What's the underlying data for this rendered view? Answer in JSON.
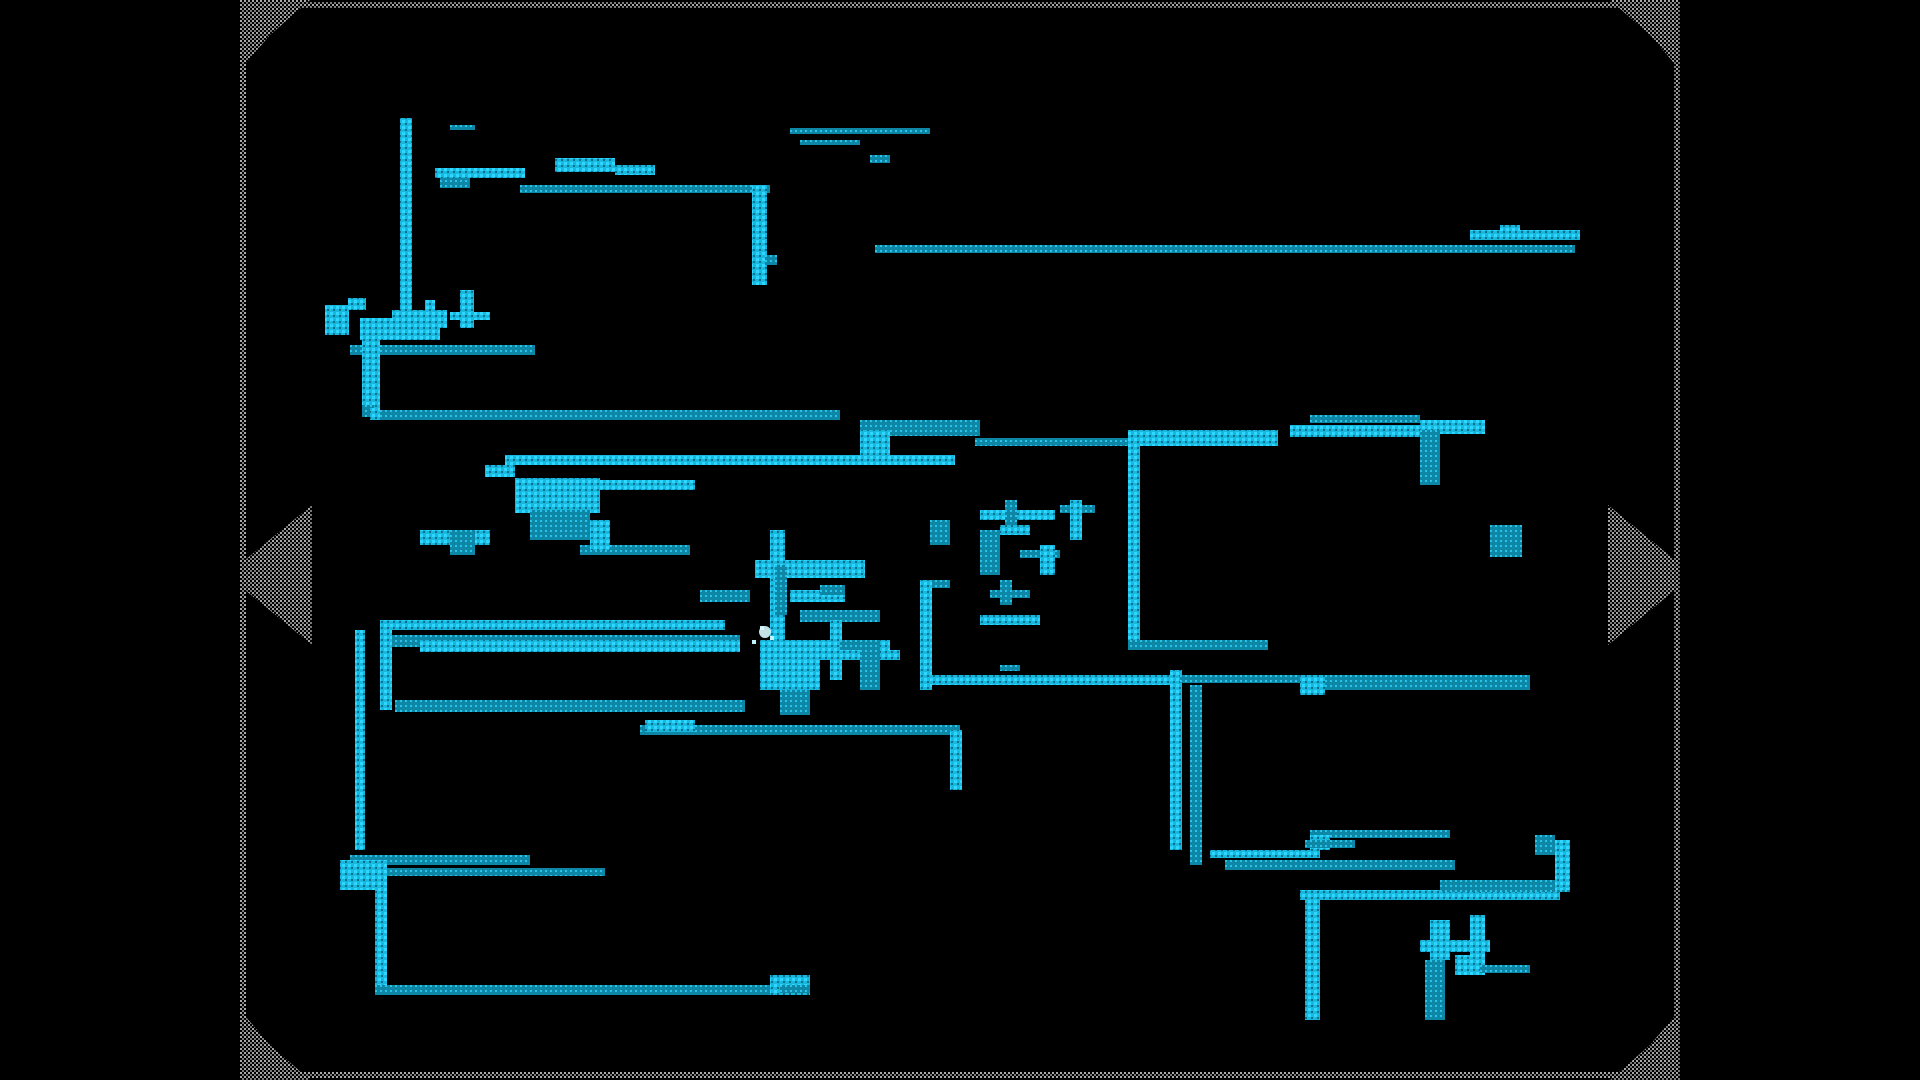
{
  "screen": {
    "type": "explored-map",
    "background_color": "#000000",
    "frame_color": "#9a9a9a",
    "map_color": "#1ec8f0",
    "map_color_dim": "#0f8fb0",
    "highlight_color": "#bff4ff"
  },
  "frame": {
    "corner_ornaments": [
      "top-left",
      "top-right",
      "bottom-left",
      "bottom-right"
    ],
    "side_ornaments": [
      "left",
      "right"
    ]
  },
  "map": {
    "player_marker_visible": true,
    "rooms_visible": true
  }
}
